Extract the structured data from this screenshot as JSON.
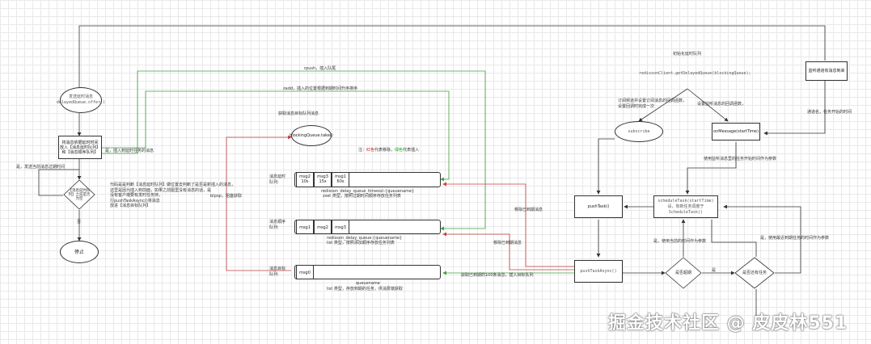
{
  "top_left_circle": {
    "line1": "发送延时消息",
    "line2": "delayedQueue.offer()"
  },
  "put_box": "将消息依据延时时间\n放入【消息延时队列】\n和【消息顺序队列】",
  "decision_left": "【消息延时队列】之前是否为空",
  "decision_left_no": "否",
  "stop_label": "停止",
  "left_yes_label": "是，发送当前消息过期时间",
  "left_explanation": "代码是是判断【消息延时队列】做位置去判断了是否是新插入的消息，\n这里是因为插入到前面，如果之前图里没有消息的话，是\n没有客户端要有发时任务持，\n行pushTaskAsync()将消息\n放进【消息目标队列】",
  "left_put_label": "是，插入到延时任务的消息",
  "zadd_label": "zadd，插入的位置根据到期时间升序排序",
  "rpush_label": "rpush，插入队尾",
  "blpop_label": "blpop，阻塞获取",
  "blocking_title": "获取消息目标队列消息",
  "blocking_circle": "blockingQueue.take()",
  "legend": {
    "prefix": "注：",
    "red": "红色",
    "mid": "代表移除，",
    "green": "绿色",
    "suffix": "代表插入"
  },
  "delay_queue": {
    "label": "消息延时\n队列:",
    "cells": [
      {
        "name": "msg2",
        "sub": "10s"
      },
      {
        "name": "msg3",
        "sub": "15s"
      },
      {
        "name": "msg1",
        "sub": "60s"
      }
    ],
    "caption1": "redisson_delay_queue_timeout:{queuename}",
    "caption2": "zset 类型，按照过期时间顺序存放任务列表"
  },
  "order_queue": {
    "label": "消息顺序\n队列:",
    "cells": [
      {
        "name": "msg1"
      },
      {
        "name": "msg2"
      },
      {
        "name": "msg3"
      }
    ],
    "caption1": "redisson_delay_queue:{queuename}",
    "caption2": "list 类型，按照添加顺序存放任务列表"
  },
  "target_queue": {
    "label": "消息目标\n队列:",
    "cells": [
      {
        "name": "msg0"
      }
    ],
    "caption1": "queuename",
    "caption2": "list 类型，存放到期的任务，供消费端获取"
  },
  "init_title": "初始化延时队列",
  "init_code": "redissonClient.getDelayedQueue(blockingQueue);",
  "subscribe_label": "订阅频道并设置订阅消息的回调函数，\n设置回调时完成一次",
  "callback_label": "设置监听消息的回调函数，",
  "subscribe_node": "subscribe",
  "onmessage_node": "onMessage(startTime)",
  "listen_box": "监听通道有消息到来",
  "channel_label": "通道名，任务开始的时间",
  "use_start_label": "使用监听消息里的任务开始时间作为参数",
  "pushtask_node": "pushTask()",
  "schedule_line1": "scheduleTask(startTime)",
  "schedule_line2": "设，有新任务调度于ScheduleTask()",
  "pushtask_async": "pushTaskAsync()",
  "has_expired": "是否超期",
  "expired_yes": "是",
  "has_more": "是否还有任务",
  "use_expire_label": "是，使用当前的时间作为参数",
  "use_latest_label": "是，使用最近到期任务的时间作为参数",
  "get_expired_label": "获取已到期的100条消息，插入目标队列",
  "remove_expired_1": "移除已到期消息",
  "remove_expired_2": "移除已到期消息",
  "watermark": "掘金技术社区 @ 皮皮林551",
  "colors": {
    "line": "#333333",
    "red": "#c04040",
    "green": "#40a040"
  }
}
